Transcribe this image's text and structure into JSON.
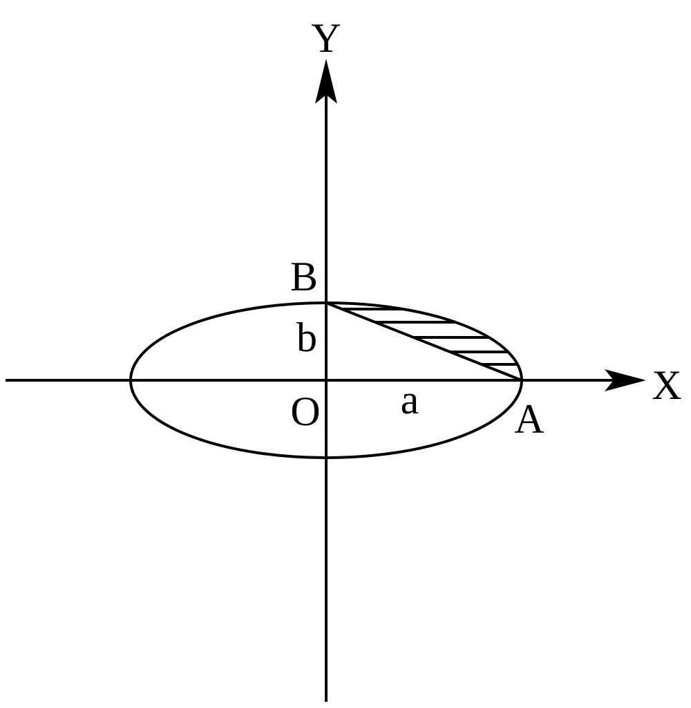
{
  "labels": {
    "y_axis": "Y",
    "x_axis": "X",
    "point_b": "B",
    "semi_minor": "b",
    "origin": "O",
    "semi_major": "a",
    "point_a": "A"
  },
  "colors": {
    "stroke": "#000000",
    "background": "#ffffff"
  }
}
